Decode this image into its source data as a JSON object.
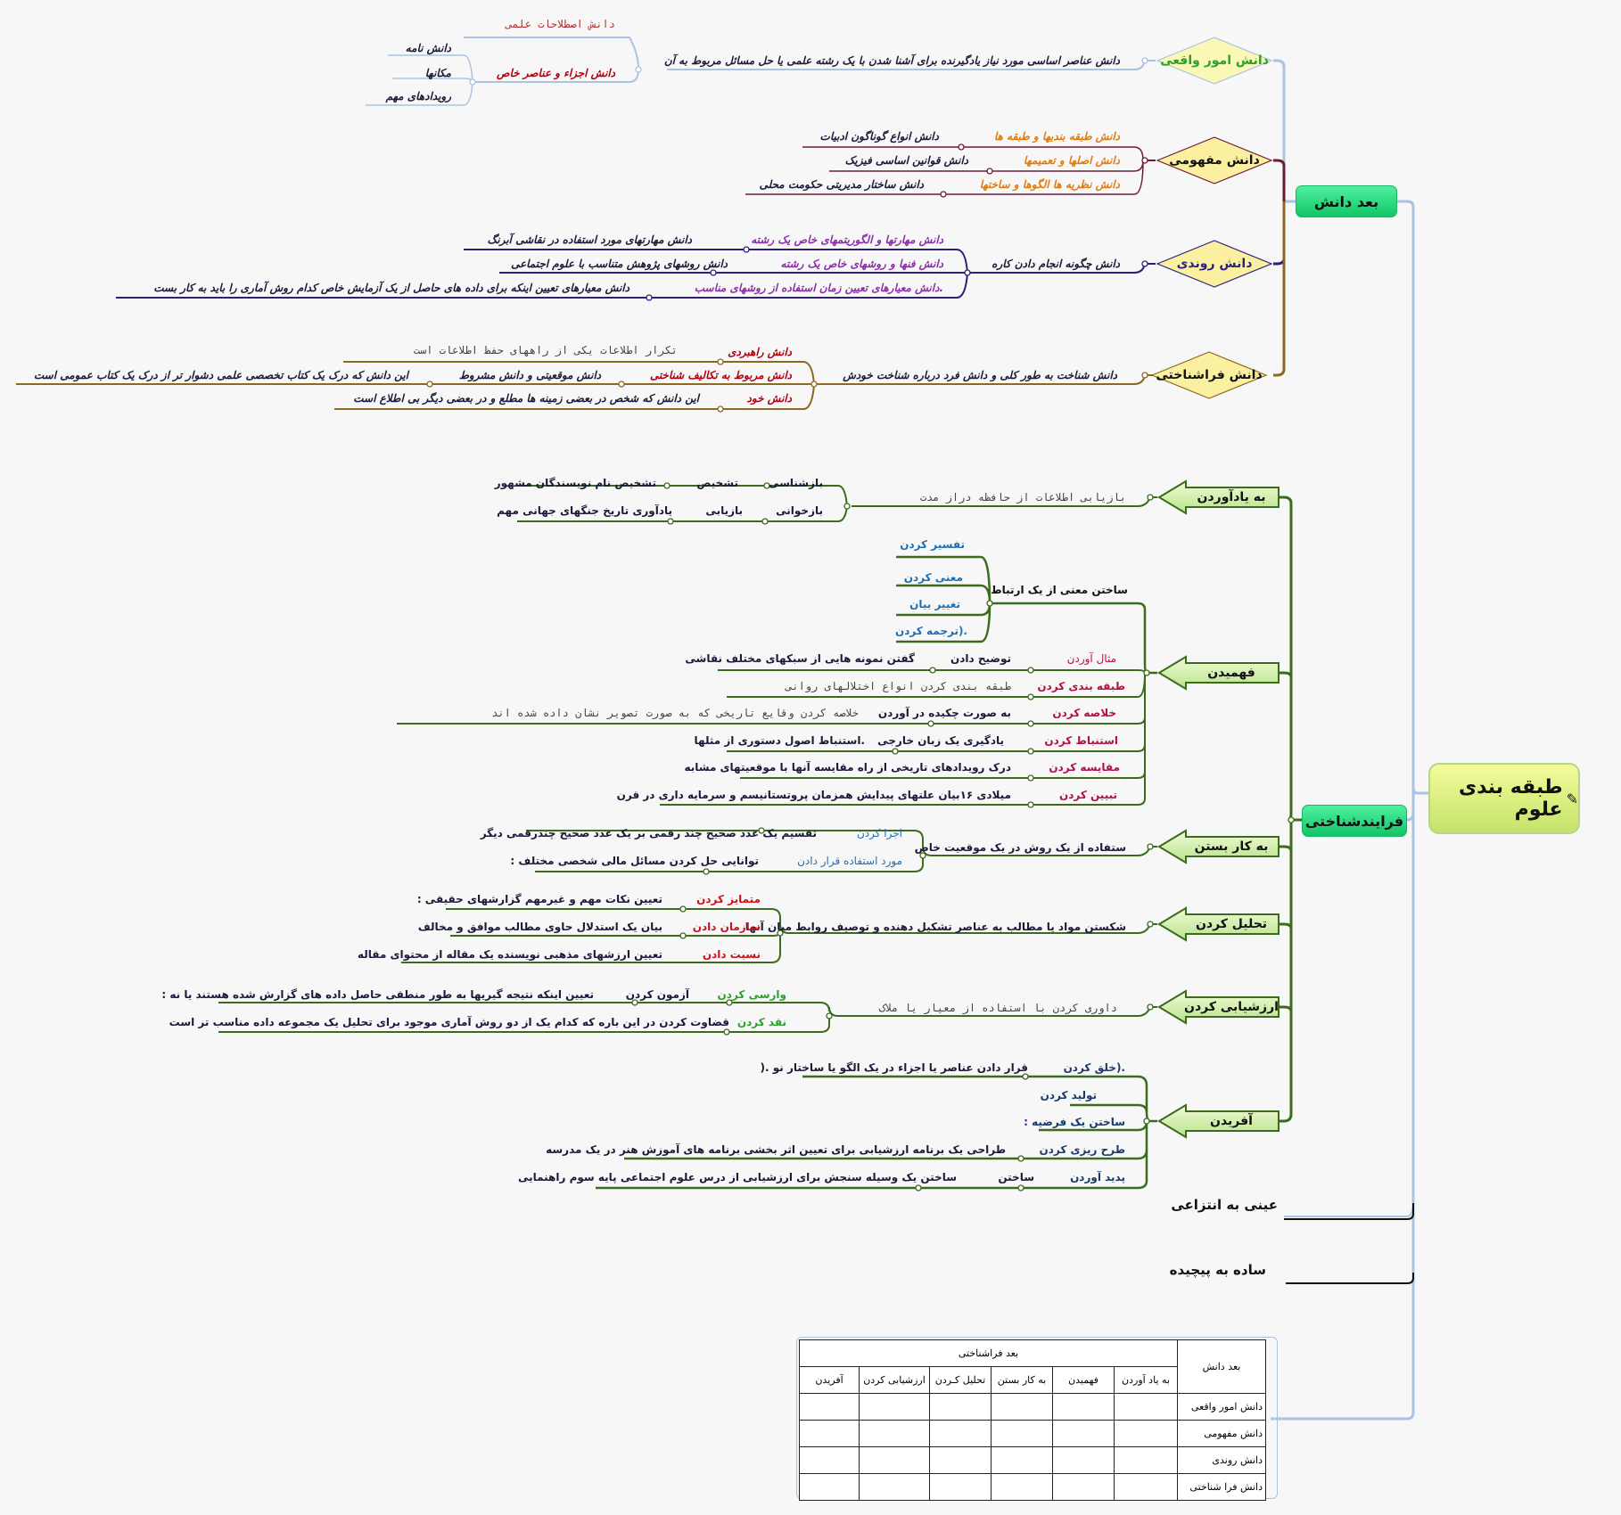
{
  "root": {
    "title": "طبقه بندی علوم",
    "icon": "note-pencil-icon"
  },
  "knowledge_dimension": {
    "title": "بعد دانش",
    "categories": [
      {
        "label": "دانش امور واقعی",
        "description": "دانش عناصر اساسی مورد نیاز یادگیرنده برای آشنا شدن با یک رشته علمی یا حل مسائل مربوط به آن",
        "children": [
          {
            "label": "دانش اصطلاحات علمی",
            "children": []
          },
          {
            "label": "دانش اجزاء و عناصر خاص",
            "children": [
              "دانش نامه",
              "مکانها",
              "رویدادهای مهم"
            ]
          }
        ]
      },
      {
        "label": "دانش مفهومی",
        "children": [
          {
            "label": "دانش طبقه بندیها و طبقه ها",
            "example": "دانش انواع گوناگون ادبیات"
          },
          {
            "label": "دانش اصلها و تعمیمها",
            "example": "دانش قوانین اساسی فیزیک"
          },
          {
            "label": "دانش نظریه ها  الگوها و ساختها",
            "example": "دانش ساختار مدیریتی حکومت محلی"
          }
        ]
      },
      {
        "label": "دانش روندی",
        "description": "دانش چگونه انجام دادن کاره",
        "children": [
          {
            "label": "دانش مهارتها و الگوریتمهای خاص یک رشته",
            "example": "دانش مهارتهای مورد استفاده در نقاشی آبرنگ"
          },
          {
            "label": "دانش فنها و  روشهای خاص یک رشته",
            "example": "دانش روشهای پژوهش متناسب با علوم اجتماعی"
          },
          {
            "label": ".دانش معیارهای تعیین زمان استفاده از روشهای مناسب",
            "example": "دانش معیارهای تعیین اینکه برای داده های حاصل از یک آزمایش خاص کدام روش آماری را باید به کار بست"
          }
        ]
      },
      {
        "label": "دانش فراشناختی",
        "description": "دانش شناخت به طور کلی و  دانش فرد درباره شناخت خودش",
        "children": [
          {
            "label": "دانش راهبردی",
            "example": "تکرار اطلاعات یکی از راههای حفظ اطلاعات است"
          },
          {
            "label": "دانش مربوط به تکالیف شناختی",
            "sub": "دانش موقعیتی و دانش مشروط",
            "example": "این دانش که درک یک کتاب تخصصی علمی دشوار تر از درک یک کتاب عمومی است"
          },
          {
            "label": "دانش خود",
            "example": "این دانش که شخص در بعضی زمینه ها مطلع و در بعضی دیگر بی اطلاع است"
          }
        ]
      }
    ]
  },
  "cognitive_process": {
    "title": "فرایندشناختی",
    "categories": [
      {
        "label": "به یادآوردن",
        "description": "بازیابی اطلاعات از حافظه دراز مدت",
        "children": [
          {
            "label": "بازشناسی",
            "sub": "تشخیص",
            "example": "تشخیص نام نویسندگان مشهور"
          },
          {
            "label": "بازخوانی",
            "sub": "بازیابی",
            "example": "یادآوری تاریخ جنگهای جهانی مهم"
          }
        ]
      },
      {
        "label": "فهمیدن",
        "description": "ساختن معنی از یک ارتباط",
        "synonyms": [
          "تفسیر کردن",
          "معنی کردن",
          "تغییر بیان",
          ".(ترجمه کردن"
        ],
        "children": [
          {
            "label": "مثال آوردن",
            "sub": "توضیح دادن",
            "example": "گفتن نمونه هایی از سبکهای مختلف نقاشی"
          },
          {
            "label": "طبقه بندی کردن",
            "example": "طبقه بندی کردن انواع اختلالهای روانی"
          },
          {
            "label": "خلاصه کردن",
            "sub": "به صورت چکیده در آوردن",
            "example": "خلاصه کردن وقایع تاریخی که به صورت تصویر نشان داده شده اند"
          },
          {
            "label": "استنباط کردن",
            "sub": "یادگیری یک زبان خارجی",
            "example": ".استنباط اصول دستوری از مثلها"
          },
          {
            "label": "مقایسه کردن",
            "example": "درک رویدادهای تاریخی از راه مقایسه آنها با موقعیتهای مشابه"
          },
          {
            "label": "تبیین کردن",
            "example": "میلادی ۱۶بیان علتهای پیدایش همزمان پروتستانیسم و سرمایه داری در قرن"
          }
        ]
      },
      {
        "label": "به کار بستن",
        "description": "ستفاده از یک روش در یک موقعیت خاص",
        "children": [
          {
            "label": "اجرا کردن",
            "example": "تقسیم یک عدد صحیح چند رقمی بر یک عدد صحیح چندرقمی دیگر"
          },
          {
            "label": "مورد استفاده قرار دادن",
            "example": "توانایی حل کردن مسائل مالی شخصی مختلف :"
          }
        ]
      },
      {
        "label": "تحلیل کردن",
        "description": "شکستن مواد یا مطالب به عناصر تشکیل دهنده و توصیف روابط میان آنها",
        "children": [
          {
            "label": "متمایز کردن",
            "example": "تعیین نکات مهم و غیرمهم گزارشهای حقیقی :"
          },
          {
            "label": "سازمان دادن",
            "example": "بیان یک استدلال حاوی مطالب موافق و مخالف"
          },
          {
            "label": "نسبت دادن",
            "example": "تعیین ارزشهای مذهبی نویسنده یک مقاله از محتوای مقاله"
          }
        ]
      },
      {
        "label": "ارزشیابی کردن",
        "description": "داوری کردن با استفاده از معیار یا ملاک",
        "children": [
          {
            "label": "وارسی کردن",
            "sub": "آزمون کردن",
            "example": "تعیین اینکه نتیجه گیریها به طور منطقی حاصل داده های گزارش شده هستند یا نه :"
          },
          {
            "label": "نقد کردن",
            "example": "قضاوت کردن در این باره که کدام یک از دو روش آماری موجود برای تحلیل یک مجموعه داده مناسب تر است"
          }
        ]
      },
      {
        "label": "آفریدن",
        "children": [
          {
            "label": ".(خلق کردن",
            "example": "قرار دادن عناصر یا اجزاء در یک الگو یا ساختار نو .("
          },
          {
            "label": "تولید کردن"
          },
          {
            "label": "ساختن یک فرضیه :"
          },
          {
            "label": "طرح ریزی کردن",
            "example": "طراحی یک برنامه ارزشیابی برای تعیین اثر بخشی برنامه های آموزش هنر در یک مدرسه"
          },
          {
            "label": "پدید آوردن",
            "sub": "ساختن",
            "example": "ساختن یک وسیله سنجش برای ارزشیابی از درس علوم اجتماعی پایه سوم راهنمایی"
          }
        ]
      }
    ]
  },
  "extra_branches": [
    "عینی به انتزاعی",
    "ساده به پیچیده"
  ],
  "table": {
    "group_header": "بعد فراشناختی",
    "corner_header": "بعد دانش",
    "columns": [
      "به یاد آوردن",
      "فهمیدن",
      "به کار بستن",
      "تحلیل کـردن",
      "ارزشیابی کردن",
      "آفریدن"
    ],
    "rows": [
      "دانش امور واقعی",
      "دانش مفهومی",
      "دانش  روندی",
      "دانش فرا شناختی"
    ]
  },
  "colors": {
    "knowledge_main": "#22d478",
    "root_fill": "#dbef85",
    "branch_blue": "#a9c3e0",
    "branch_maroon": "#6e1b3a",
    "branch_navy": "#2e1f7a",
    "branch_gold": "#8a6a20",
    "branch_green": "#3c6b1e",
    "orange_label": "#e07b10",
    "purple_label": "#8a2fa8",
    "red_label": "#b00010",
    "blue_label": "#1f6fb4",
    "green_label": "#2ca02c",
    "crimson_label": "#b0104a"
  }
}
